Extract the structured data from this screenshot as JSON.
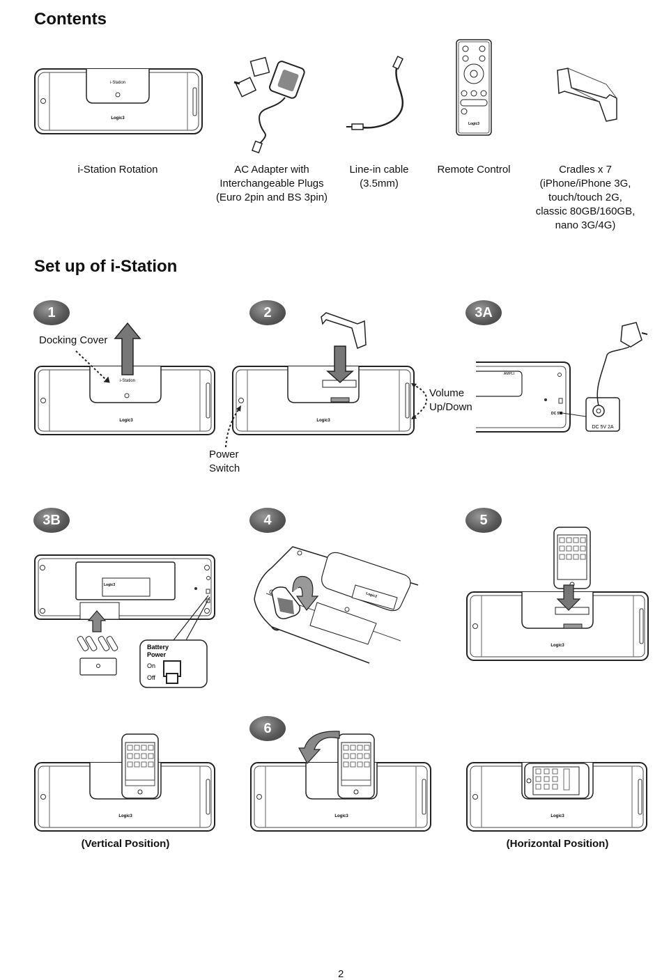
{
  "contents": {
    "title": "Contents",
    "items": [
      {
        "caption": "i-Station Rotation"
      },
      {
        "caption": "AC Adapter with\nInterchangeable Plugs\n(Euro 2pin and BS 3pin)"
      },
      {
        "caption": "Line-in cable\n(3.5mm)"
      },
      {
        "caption": "Remote Control"
      },
      {
        "caption": "Cradles x 7\n(iPhone/iPhone 3G,\ntouch/touch 2G,\nclassic 80GB/160GB,\nnano 3G/4G)"
      }
    ]
  },
  "setup": {
    "title": "Set up of i-Station",
    "steps": [
      {
        "badge": "1"
      },
      {
        "badge": "2"
      },
      {
        "badge": "3A"
      },
      {
        "badge": "3B"
      },
      {
        "badge": "4"
      },
      {
        "badge": "5"
      },
      {
        "badge": "6"
      }
    ],
    "labels": {
      "docking_cover": "Docking Cover",
      "power_switch": "Power\nSwitch",
      "volume": "Volume\nUp/Down",
      "battery_power": "Battery\nPower",
      "on": "On",
      "off": "Off",
      "dc_rating": "DC 5V 2A"
    },
    "device": {
      "brand": "Logic3",
      "dock_brand": "i-Station"
    },
    "positions": {
      "vertical": "(Vertical Position)",
      "horizontal": "(Horizontal Position)"
    }
  },
  "page_number": "2"
}
